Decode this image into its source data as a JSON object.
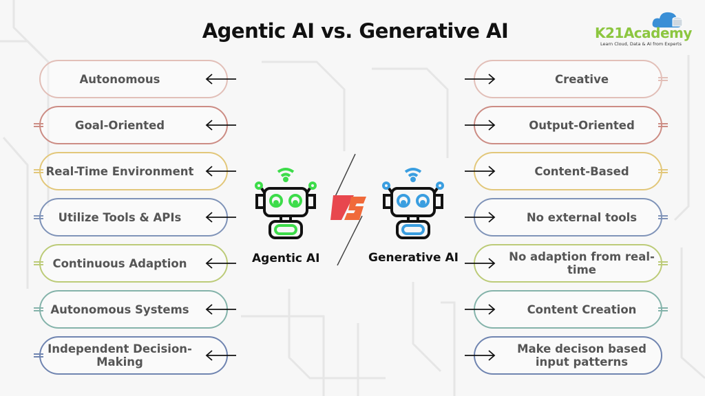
{
  "title": "Agentic AI vs. Generative AI",
  "logo": {
    "name": "K21Academy",
    "tagline": "Learn Cloud, Data & AI from Experts"
  },
  "agentic": {
    "label": "Agentic AI",
    "color": "#3ddc4a",
    "items": [
      {
        "text": "Autonomous",
        "color": "#e2bfb8"
      },
      {
        "text": "Goal-Oriented",
        "color": "#cc8c84"
      },
      {
        "text": "Real-Time Environment",
        "color": "#e2c77a"
      },
      {
        "text": "Utilize Tools & APIs",
        "color": "#7f93b8"
      },
      {
        "text": "Continuous Adaption",
        "color": "#bccb78"
      },
      {
        "text": "Autonomous Systems",
        "color": "#84b3aa"
      },
      {
        "text": "Independent Decision-Making",
        "color": "#6f84b0"
      }
    ]
  },
  "generative": {
    "label": "Generative AI",
    "color": "#3a9ee0",
    "items": [
      {
        "text": "Creative",
        "color": "#e2bfb8"
      },
      {
        "text": "Output-Oriented",
        "color": "#cc8c84"
      },
      {
        "text": "Content-Based",
        "color": "#e2c77a"
      },
      {
        "text": "No external tools",
        "color": "#7f93b8"
      },
      {
        "text": "No adaption from real-time",
        "color": "#bccb78"
      },
      {
        "text": "Content  Creation",
        "color": "#84b3aa"
      },
      {
        "text": "Make decison based input patterns",
        "color": "#6f84b0"
      }
    ]
  },
  "vs": "VS"
}
